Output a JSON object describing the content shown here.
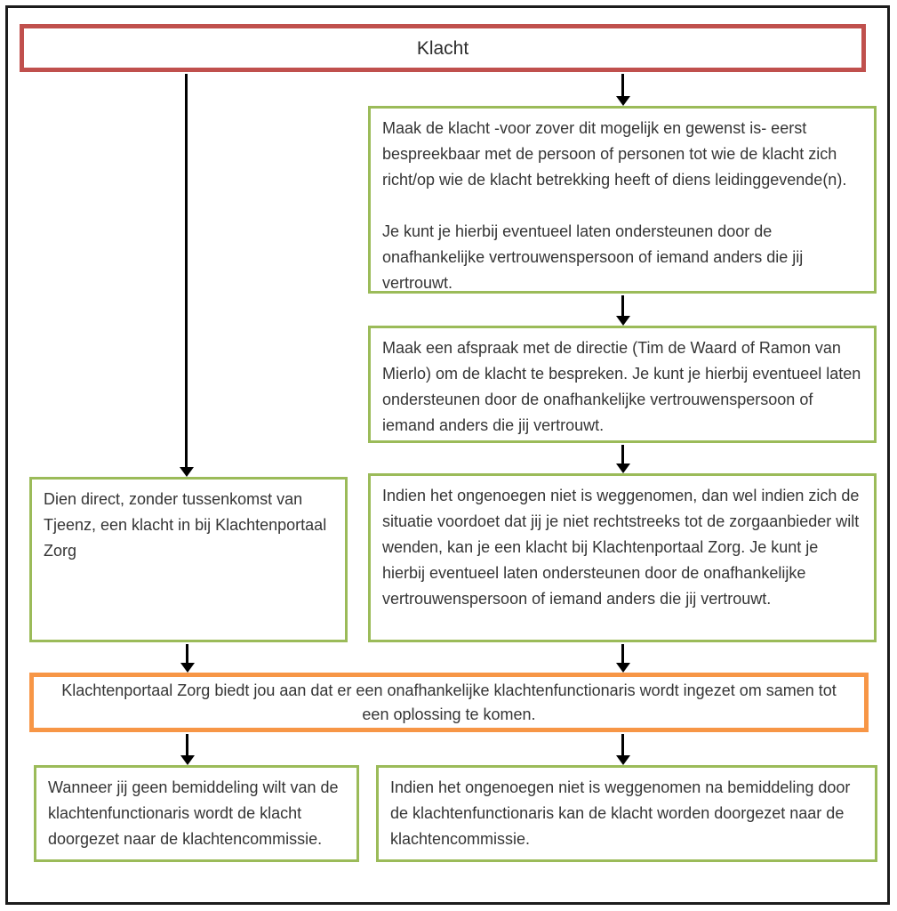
{
  "flowchart": {
    "root_label": "Klacht",
    "right_path": {
      "step1_p1": "Maak de klacht -voor zover dit mogelijk en gewenst is- eerst bespreekbaar met de persoon of personen tot wie de klacht zich richt/op wie de klacht betrekking heeft of diens leidinggevende(n).",
      "step1_p2": "Je kunt je hierbij eventueel laten ondersteunen door de onafhankelijke vertrouwenspersoon of iemand anders die jij vertrouwt.",
      "step2": "Maak een afspraak met de directie (Tim de Waard of Ramon van Mierlo) om de klacht te bespreken. Je kunt je hierbij eventueel laten ondersteunen door de onafhankelijke vertrouwenspersoon of iemand anders die jij vertrouwt.",
      "step3": "Indien het ongenoegen niet is weggenomen, dan wel indien zich de situatie voordoet dat jij je niet rechtstreeks tot de zorgaanbieder wilt wenden, kan je een klacht bij Klachtenportaal Zorg. Je kunt je hierbij eventueel laten ondersteunen door de onafhankelijke vertrouwenspersoon of iemand anders die jij vertrouwt."
    },
    "left_path": {
      "direct": "Dien direct, zonder tussenkomst van Tjeenz, een klacht in bij Klachtenportaal Zorg"
    },
    "mediation": "Klachtenportaal Zorg biedt jou aan dat er een onafhankelijke klachtenfunctionaris wordt ingezet om samen tot een oplossing te komen.",
    "outcomes": {
      "left": "Wanneer jij geen bemiddeling wilt van de klachtenfunctionaris wordt de klacht doorgezet naar de klachtencommissie.",
      "right": "Indien het ongenoegen niet is weggenomen na bemiddeling door de klachtenfunctionaris kan de klacht worden doorgezet naar de klachtencommissie."
    }
  },
  "colors": {
    "frame_border": "#1c1c1c",
    "root_border": "#c0504d",
    "step_border": "#9bbb59",
    "mediation_border": "#f79646",
    "arrow": "#000000"
  }
}
